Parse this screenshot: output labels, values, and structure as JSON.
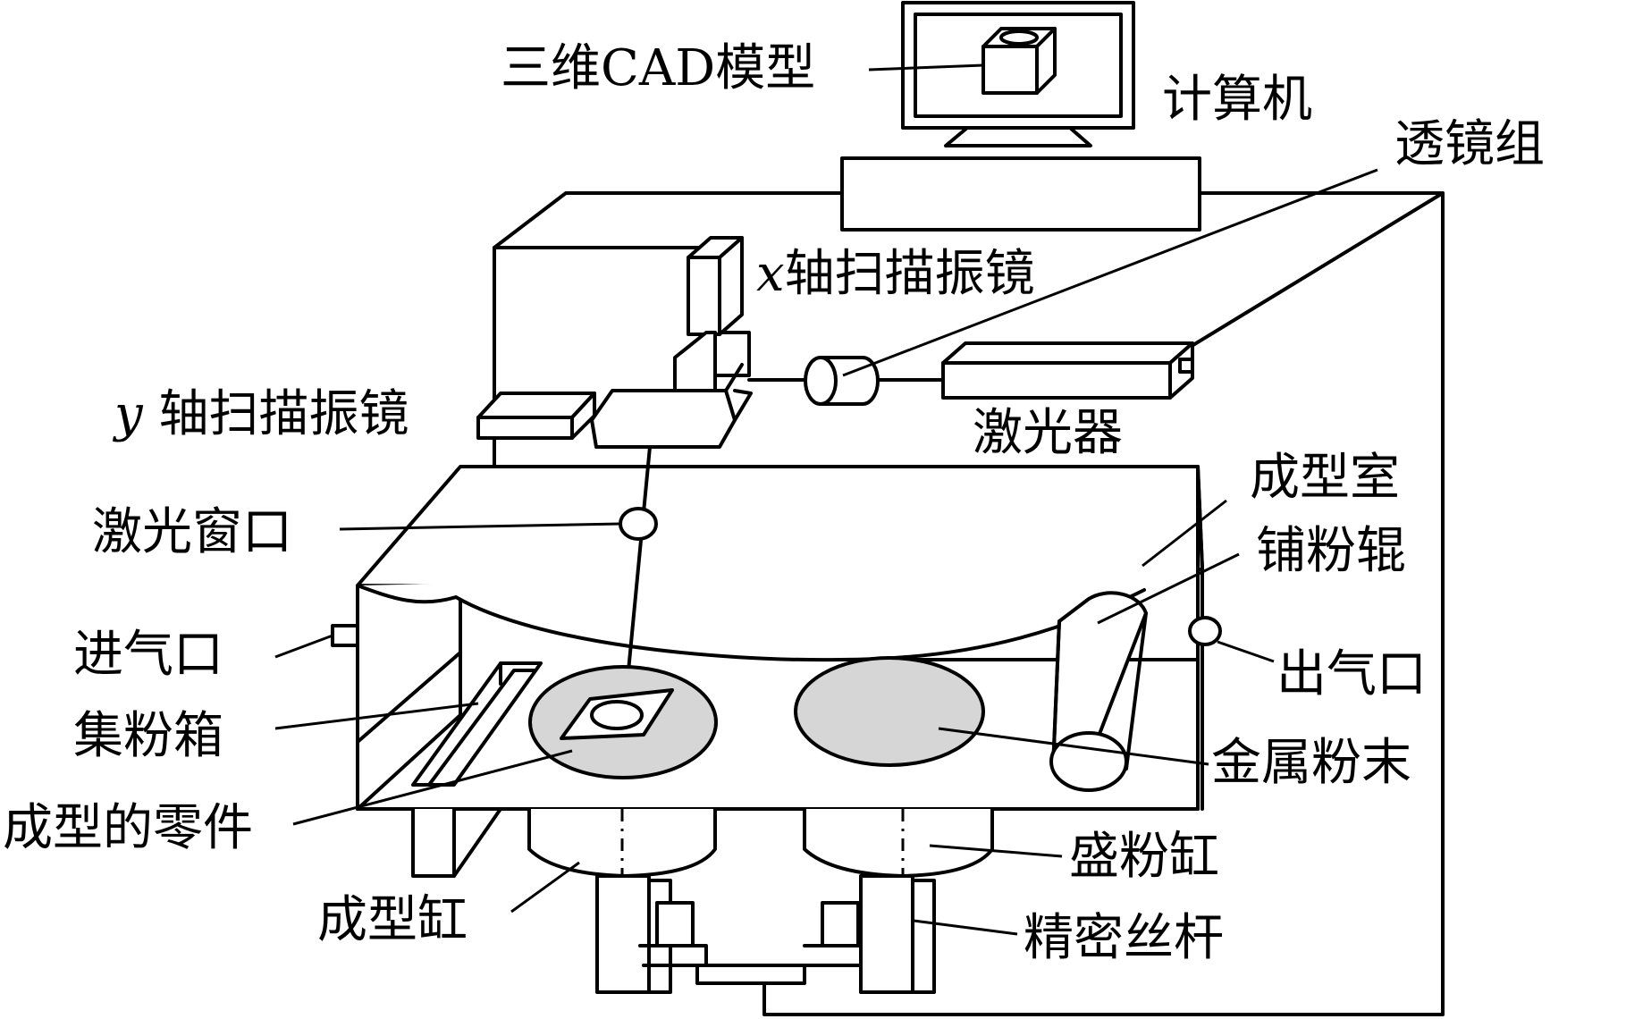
{
  "labels": {
    "cad_model": "三维CAD模型",
    "computer": "计算机",
    "lens_group": "透镜组",
    "x_galvo_axis": "x",
    "x_galvo_text": "轴扫描振镜",
    "y_galvo_axis": "y",
    "y_galvo_text": " 轴扫描振镜",
    "laser": "激光器",
    "build_chamber": "成型室",
    "laser_window": "激光窗口",
    "powder_roller": "铺粉辊",
    "gas_inlet": "进气口",
    "gas_outlet": "出气口",
    "powder_collector": "集粉箱",
    "metal_powder": "金属粉末",
    "formed_part": "成型的零件",
    "powder_cylinder": "盛粉缸",
    "build_cylinder": "成型缸",
    "lead_screw": "精密丝杆"
  },
  "colors": {
    "line": "#000000",
    "background": "#ffffff",
    "powder_fill": "#d6d6d6"
  }
}
